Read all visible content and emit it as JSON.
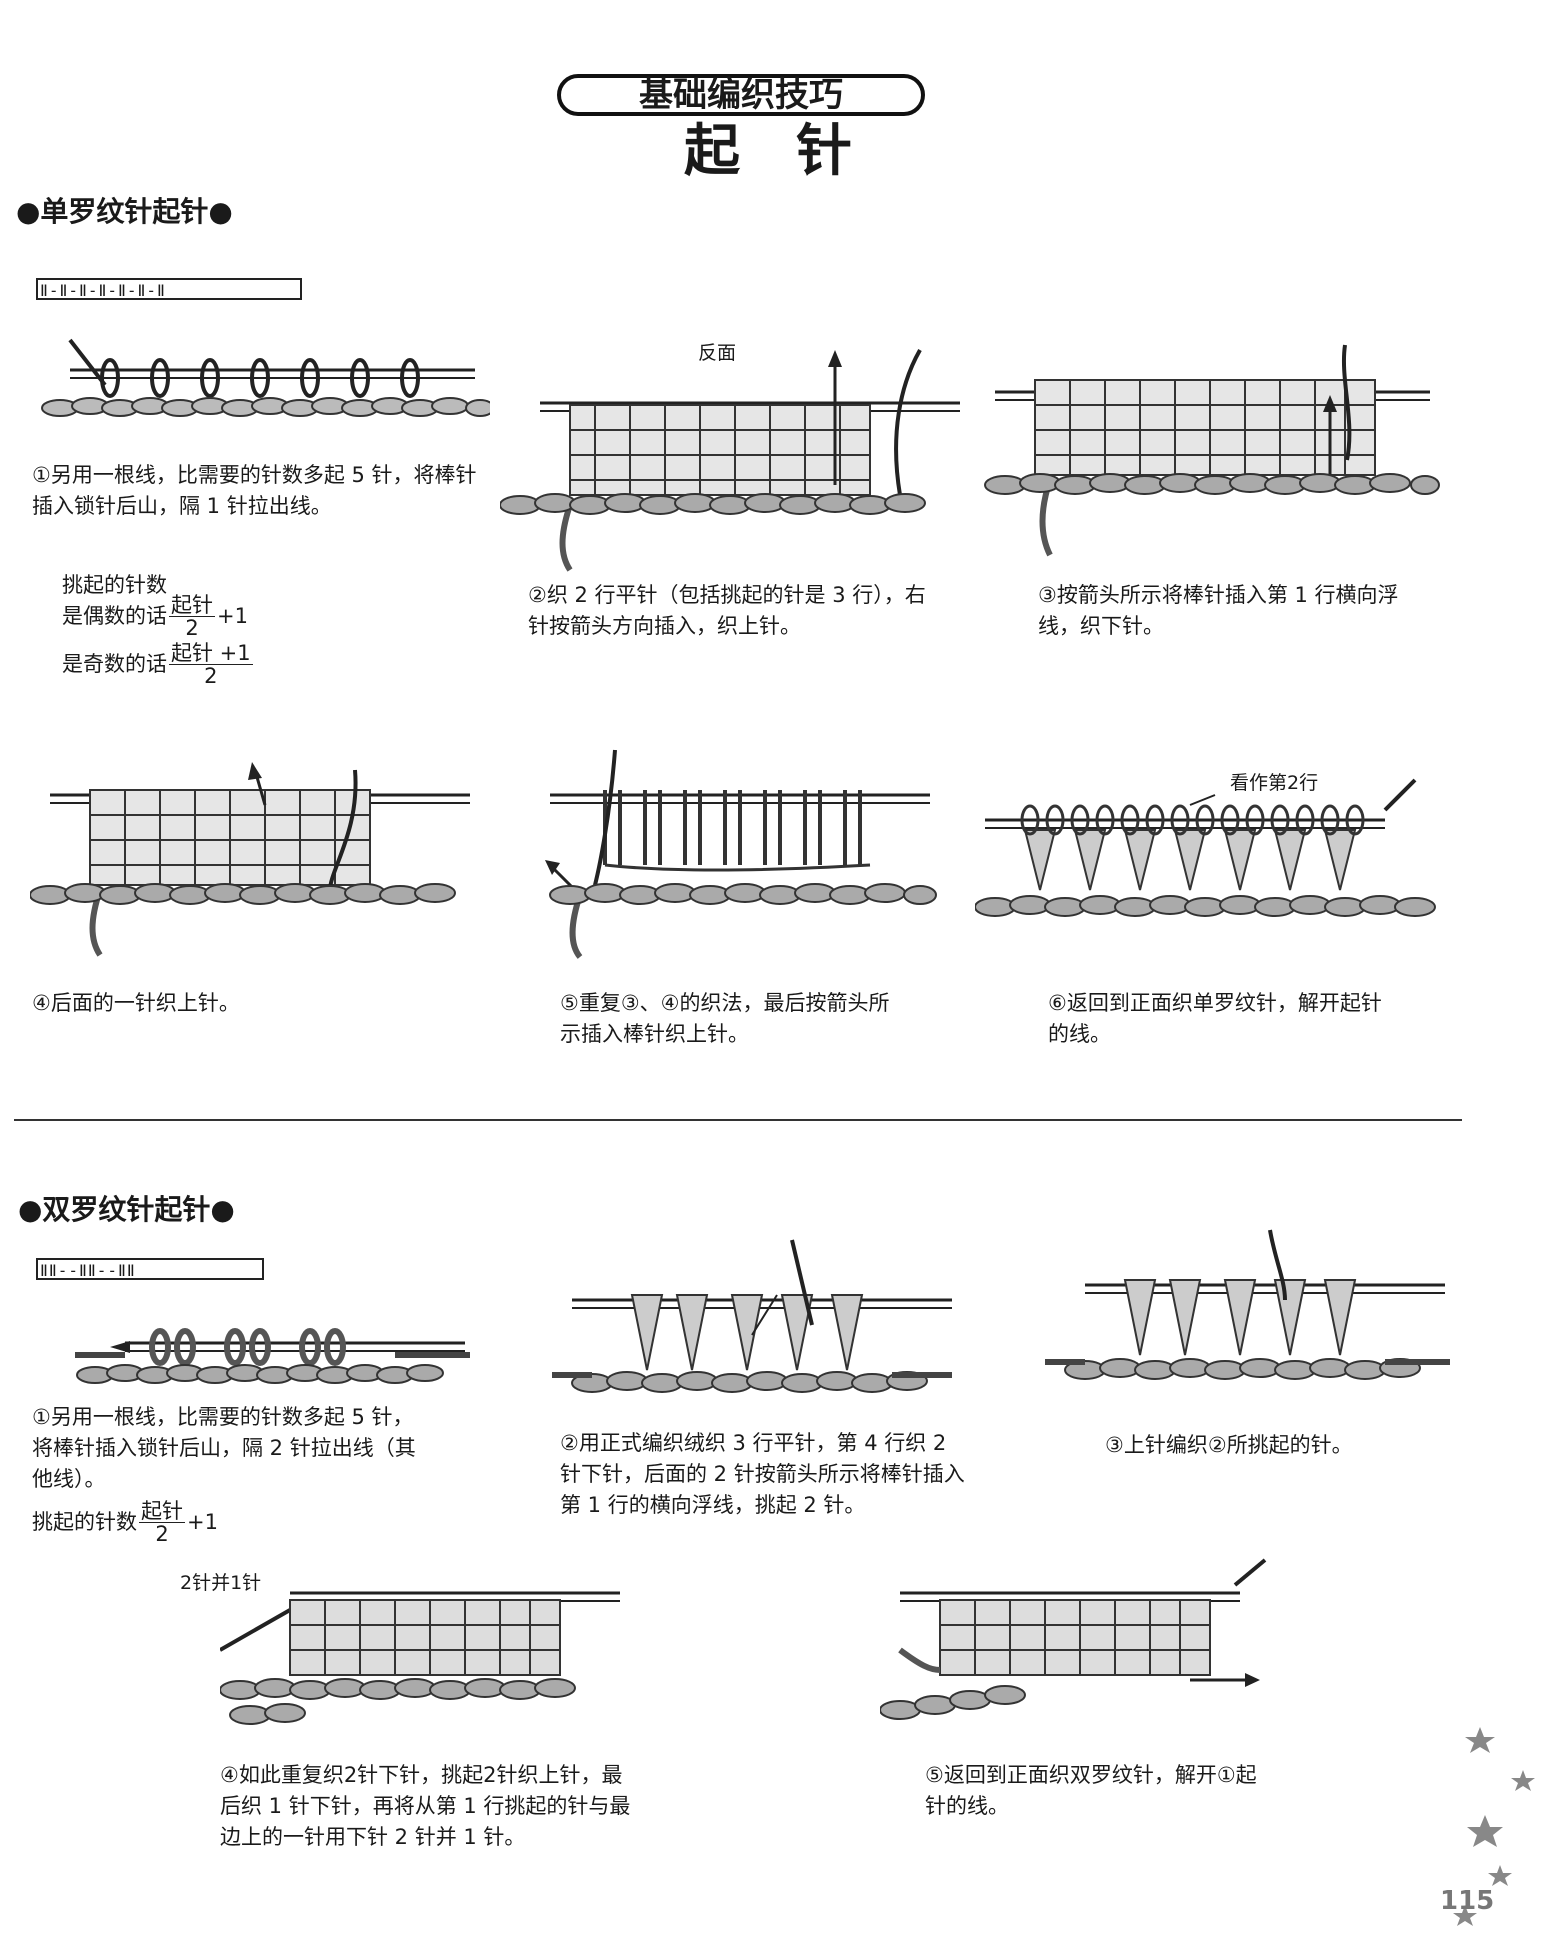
{
  "header": {
    "subtitle": "基础编织技巧",
    "title": "起针"
  },
  "section1": {
    "title": "●单罗纹针起针●",
    "symbol": "Ⅱ-Ⅱ-Ⅱ-Ⅱ-Ⅱ-Ⅱ-Ⅱ",
    "label_fanmian": "反面",
    "label_kanzuo": "看作第2行",
    "step1": "①另用一根线，比需要的针数多起 5 针，将棒针插入锁针后山，隔 1 针拉出线。",
    "formula": {
      "line1": "挑起的针数",
      "even_prefix": "是偶数的话",
      "even_num": "起针",
      "even_den": "2",
      "even_suffix": "+1",
      "odd_prefix": "是奇数的话",
      "odd_num": "起针 +1",
      "odd_den": "2"
    },
    "step2": "②织 2 行平针（包括挑起的针是 3 行），右针按箭头方向插入，织上针。",
    "step3": "③按箭头所示将棒针插入第 1 行横向浮线，织下针。",
    "step4": "④后面的一针织上针。",
    "step5": "⑤重复③、④的织法，最后按箭头所示插入棒针织上针。",
    "step6": "⑥返回到正面织单罗纹针，解开起针的线。"
  },
  "section2": {
    "title": "●双罗纹针起针●",
    "symbol": "ⅡⅡ--ⅡⅡ--ⅡⅡ",
    "step1": "①另用一根线，比需要的针数多起 5 针，将棒针插入锁针后山，隔 2 针拉出线（其他线）。",
    "formula": {
      "prefix": "挑起的针数",
      "num": "起针",
      "den": "2",
      "suffix": "+1"
    },
    "step2": "②用正式编织绒织 3 行平针，第 4 行织 2 针下针，后面的 2 针按箭头所示将棒针插入第 1 行的横向浮线，挑起 2 针。",
    "step3": "③上针编织②所挑起的针。",
    "label_2zhen": "2针并1针",
    "step4": "④如此重复织2针下针，挑起2针织上针，最后织 1 针下针，再将从第 1 行挑起的针与最边上的一针用下针 2 针并 1 针。",
    "step5": "⑤返回到正面织双罗纹针，解开①起针的线。"
  },
  "page_number": "115"
}
